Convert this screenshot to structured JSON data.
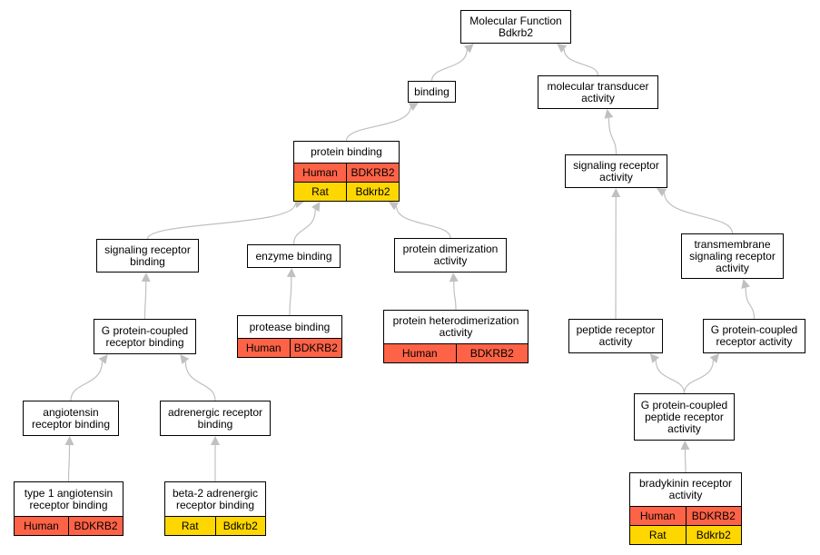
{
  "colors": {
    "human": "#ff6347",
    "rat": "#ffd700",
    "edge": "#c0c0c0"
  },
  "nodes": {
    "mf": {
      "label": "Molecular Function\nBdkrb2"
    },
    "binding": {
      "label": "binding"
    },
    "mta": {
      "label": "molecular transducer\nactivity"
    },
    "pb": {
      "label": "protein binding",
      "rows": [
        {
          "species": "Human",
          "gene": "BDKRB2"
        },
        {
          "species": "Rat",
          "gene": "Bdkrb2"
        }
      ]
    },
    "sra": {
      "label": "signaling receptor\nactivity"
    },
    "srb": {
      "label": "signaling receptor\nbinding"
    },
    "eb": {
      "label": "enzyme binding"
    },
    "pda": {
      "label": "protein dimerization\nactivity"
    },
    "tsra": {
      "label": "transmembrane\nsignaling receptor\nactivity"
    },
    "protb": {
      "label": "protease binding",
      "rows": [
        {
          "species": "Human",
          "gene": "BDKRB2"
        }
      ]
    },
    "phda": {
      "label": "protein heterodimerization\nactivity",
      "rows": [
        {
          "species": "Human",
          "gene": "BDKRB2"
        }
      ]
    },
    "gpcrb": {
      "label": "G protein-coupled\nreceptor binding"
    },
    "pra": {
      "label": "peptide receptor\nactivity"
    },
    "gpcra": {
      "label": "G protein-coupled\nreceptor activity"
    },
    "arb": {
      "label": "angiotensin\nreceptor binding"
    },
    "adrb": {
      "label": "adrenergic receptor\nbinding"
    },
    "gpcpra": {
      "label": "G protein-coupled\npeptide receptor\nactivity"
    },
    "t1arb": {
      "label": "type 1 angiotensin\nreceptor binding",
      "rows": [
        {
          "species": "Human",
          "gene": "BDKRB2"
        }
      ]
    },
    "b2arb": {
      "label": "beta-2 adrenergic\nreceptor binding",
      "rows": [
        {
          "species": "Rat",
          "gene": "Bdkrb2"
        }
      ]
    },
    "bkra": {
      "label": "bradykinin receptor\nactivity",
      "rows": [
        {
          "species": "Human",
          "gene": "BDKRB2"
        },
        {
          "species": "Rat",
          "gene": "Bdkrb2"
        }
      ]
    }
  },
  "edges": [
    [
      "binding",
      "mf"
    ],
    [
      "mta",
      "mf"
    ],
    [
      "pb",
      "binding"
    ],
    [
      "sra",
      "mta"
    ],
    [
      "srb",
      "pb"
    ],
    [
      "eb",
      "pb"
    ],
    [
      "pda",
      "pb"
    ],
    [
      "protb",
      "eb"
    ],
    [
      "phda",
      "pda"
    ],
    [
      "gpcrb",
      "srb"
    ],
    [
      "arb",
      "gpcrb"
    ],
    [
      "adrb",
      "gpcrb"
    ],
    [
      "t1arb",
      "arb"
    ],
    [
      "b2arb",
      "adrb"
    ],
    [
      "pra",
      "sra"
    ],
    [
      "tsra",
      "sra"
    ],
    [
      "gpcra",
      "tsra"
    ],
    [
      "gpcpra",
      "pra"
    ],
    [
      "gpcpra",
      "gpcra"
    ],
    [
      "bkra",
      "gpcpra"
    ]
  ]
}
